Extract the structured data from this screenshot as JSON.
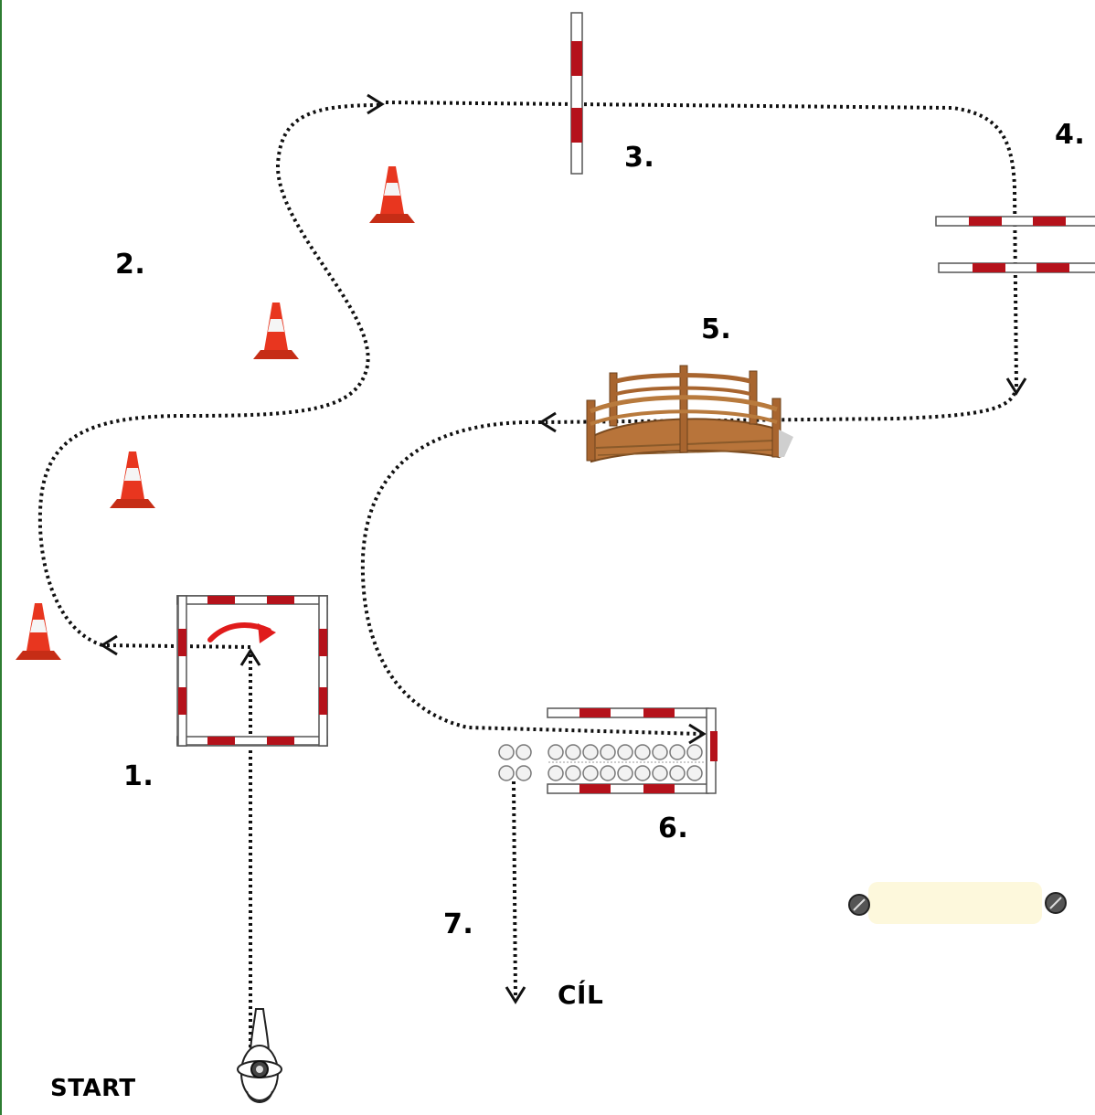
{
  "labels": {
    "step1": "1.",
    "step2": "2.",
    "step3": "3.",
    "step4": "4.",
    "step5": "5.",
    "step6": "6.",
    "step7": "7.",
    "start": "START",
    "finish": "CÍL"
  },
  "icons": {
    "cone": "traffic-cone-icon",
    "rider": "horse-rider-icon",
    "bridge": "wooden-bridge-icon",
    "poles": "striped-pole-icon",
    "barrels": "barrel-row-icon",
    "arrow": "curved-arrow-icon"
  },
  "colors": {
    "pole_red": "#b5121b",
    "cone_orange": "#e8361f",
    "path": "#111111",
    "bridge_wood": "#b8743a",
    "pad": "#fdf8dc",
    "frame_green": "#2e7d32"
  }
}
